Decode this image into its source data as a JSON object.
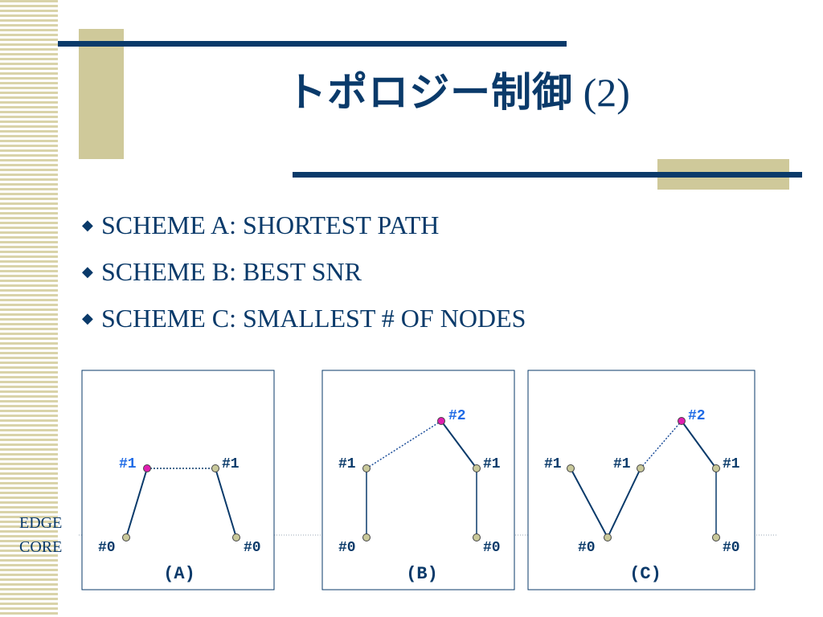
{
  "slide": {
    "title_jp": "トポロジー制御",
    "title_num": "(2)",
    "bullets": [
      "SCHEME A: SHORTEST PATH",
      "SCHEME B: BEST SNR",
      "SCHEME C: SMALLEST # OF NODES"
    ]
  },
  "labels": {
    "edge": "EDGE",
    "core": "CORE"
  },
  "colors": {
    "navy": "#0a3a6a",
    "accent": "#cfc99a",
    "highlight_node": "#e01eb0",
    "highlight_text": "#1e6ae6",
    "node": "#c8c89a"
  },
  "panels": {
    "a": {
      "caption": "(A)",
      "labels": {
        "n1_left": "#1",
        "n1_right": "#1",
        "n0_left": "#0",
        "n0_right": "#0"
      }
    },
    "b": {
      "caption": "(B)",
      "labels": {
        "n2": "#2",
        "n1_left": "#1",
        "n1_right": "#1",
        "n0_left": "#0",
        "n0_right": "#0"
      }
    },
    "c": {
      "caption": "(C)",
      "labels": {
        "n2": "#2",
        "n1_a": "#1",
        "n1_b": "#1",
        "n1_c": "#1",
        "n0_left": "#0",
        "n0_right": "#0"
      }
    }
  }
}
